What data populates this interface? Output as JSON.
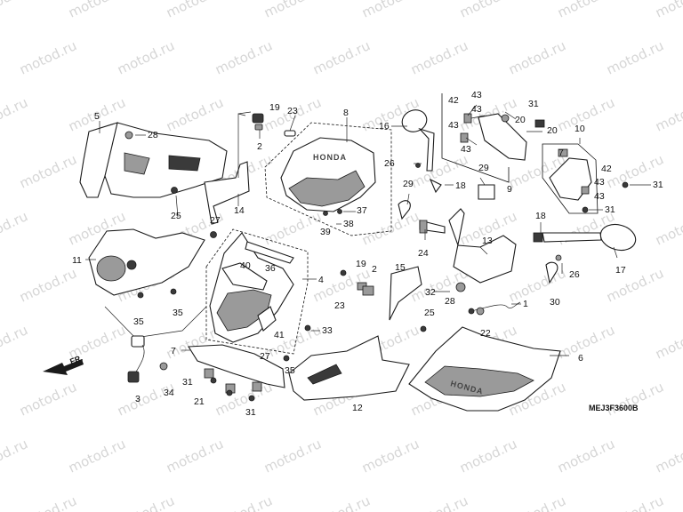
{
  "watermark": "motod.ru",
  "diagram_code": "MEJ3F3600B",
  "direction_label": "FR.",
  "logo_text": "HONDA",
  "callouts": [
    {
      "id": "c5",
      "text": "5"
    },
    {
      "id": "c28",
      "text": "28"
    },
    {
      "id": "c19a",
      "text": "19"
    },
    {
      "id": "c2a",
      "text": "2"
    },
    {
      "id": "c23a",
      "text": "23"
    },
    {
      "id": "c8",
      "text": "8"
    },
    {
      "id": "c16",
      "text": "16"
    },
    {
      "id": "c26a",
      "text": "26"
    },
    {
      "id": "c42a",
      "text": "42"
    },
    {
      "id": "c43a",
      "text": "43"
    },
    {
      "id": "c43b",
      "text": "43"
    },
    {
      "id": "c43c",
      "text": "43"
    },
    {
      "id": "c43d",
      "text": "43"
    },
    {
      "id": "c9",
      "text": "9"
    },
    {
      "id": "c31a",
      "text": "31"
    },
    {
      "id": "c20a",
      "text": "20"
    },
    {
      "id": "c20b",
      "text": "20"
    },
    {
      "id": "c10",
      "text": "10"
    },
    {
      "id": "c7a",
      "text": "7"
    },
    {
      "id": "c42b",
      "text": "42"
    },
    {
      "id": "c43e",
      "text": "43"
    },
    {
      "id": "c43f",
      "text": "43"
    },
    {
      "id": "c31b",
      "text": "31"
    },
    {
      "id": "c31c",
      "text": "31"
    },
    {
      "id": "c25a",
      "text": "25"
    },
    {
      "id": "c14",
      "text": "14"
    },
    {
      "id": "c39",
      "text": "39"
    },
    {
      "id": "c37",
      "text": "37"
    },
    {
      "id": "c38",
      "text": "38"
    },
    {
      "id": "c29a",
      "text": "29"
    },
    {
      "id": "c29b",
      "text": "29"
    },
    {
      "id": "c18a",
      "text": "18"
    },
    {
      "id": "c18b",
      "text": "18"
    },
    {
      "id": "c11",
      "text": "11"
    },
    {
      "id": "c27a",
      "text": "27"
    },
    {
      "id": "c40",
      "text": "40"
    },
    {
      "id": "c36",
      "text": "36"
    },
    {
      "id": "c4",
      "text": "4"
    },
    {
      "id": "c19b",
      "text": "19"
    },
    {
      "id": "c2b",
      "text": "2"
    },
    {
      "id": "c15",
      "text": "15"
    },
    {
      "id": "c24",
      "text": "24"
    },
    {
      "id": "c13",
      "text": "13"
    },
    {
      "id": "c26b",
      "text": "26"
    },
    {
      "id": "c17",
      "text": "17"
    },
    {
      "id": "c35a",
      "text": "35"
    },
    {
      "id": "c35b",
      "text": "35"
    },
    {
      "id": "c23b",
      "text": "23"
    },
    {
      "id": "c32",
      "text": "32"
    },
    {
      "id": "c28b",
      "text": "28"
    },
    {
      "id": "c1",
      "text": "1"
    },
    {
      "id": "c30",
      "text": "30"
    },
    {
      "id": "c33",
      "text": "33"
    },
    {
      "id": "c41",
      "text": "41"
    },
    {
      "id": "c25b",
      "text": "25"
    },
    {
      "id": "c22",
      "text": "22"
    },
    {
      "id": "c7b",
      "text": "7"
    },
    {
      "id": "c27b",
      "text": "27"
    },
    {
      "id": "c35c",
      "text": "35"
    },
    {
      "id": "c6",
      "text": "6"
    },
    {
      "id": "c3",
      "text": "3"
    },
    {
      "id": "c34",
      "text": "34"
    },
    {
      "id": "c31d",
      "text": "31"
    },
    {
      "id": "c21",
      "text": "21"
    },
    {
      "id": "c31e",
      "text": "31"
    },
    {
      "id": "c12",
      "text": "12"
    }
  ]
}
